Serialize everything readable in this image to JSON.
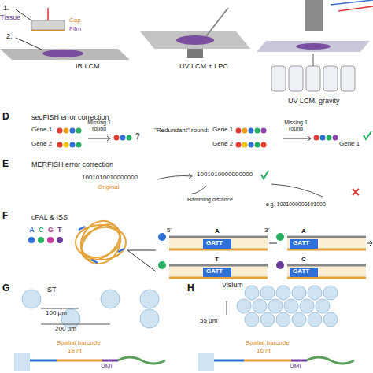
{
  "diagram": {
    "labels": [
      "1.",
      "Tissue",
      "2.",
      "Cap",
      "Film",
      "IR LCM",
      "UV LCM + LPC",
      "UV LCM, gravity",
      "D",
      "seqFISH error correction",
      "Gene 1",
      "Gene 2",
      "Missing 1 round",
      "?",
      "\"Redundant\" round:",
      "Gene 1",
      "Gene 2",
      "Missing 1 round",
      "Gene 1",
      "E",
      "MERFISH error correction",
      "1001010010000000",
      "Original",
      "1001010000000000",
      "Hamming distance",
      "e.g. 1001000000101000",
      "F",
      "cPAL & ISS",
      "A",
      "C",
      "G",
      "T",
      "5'",
      "3'",
      "GATT",
      "A",
      "GATT",
      "A",
      "GATT",
      "T",
      "GATT",
      "C",
      "G",
      "ST",
      "100 µm",
      "200 µm",
      "Spatial barcode",
      "18 nt",
      "UMI",
      "H",
      "Visium",
      "55 µm",
      "Spatial barcode",
      "16 nt",
      "UMI"
    ]
  }
}
